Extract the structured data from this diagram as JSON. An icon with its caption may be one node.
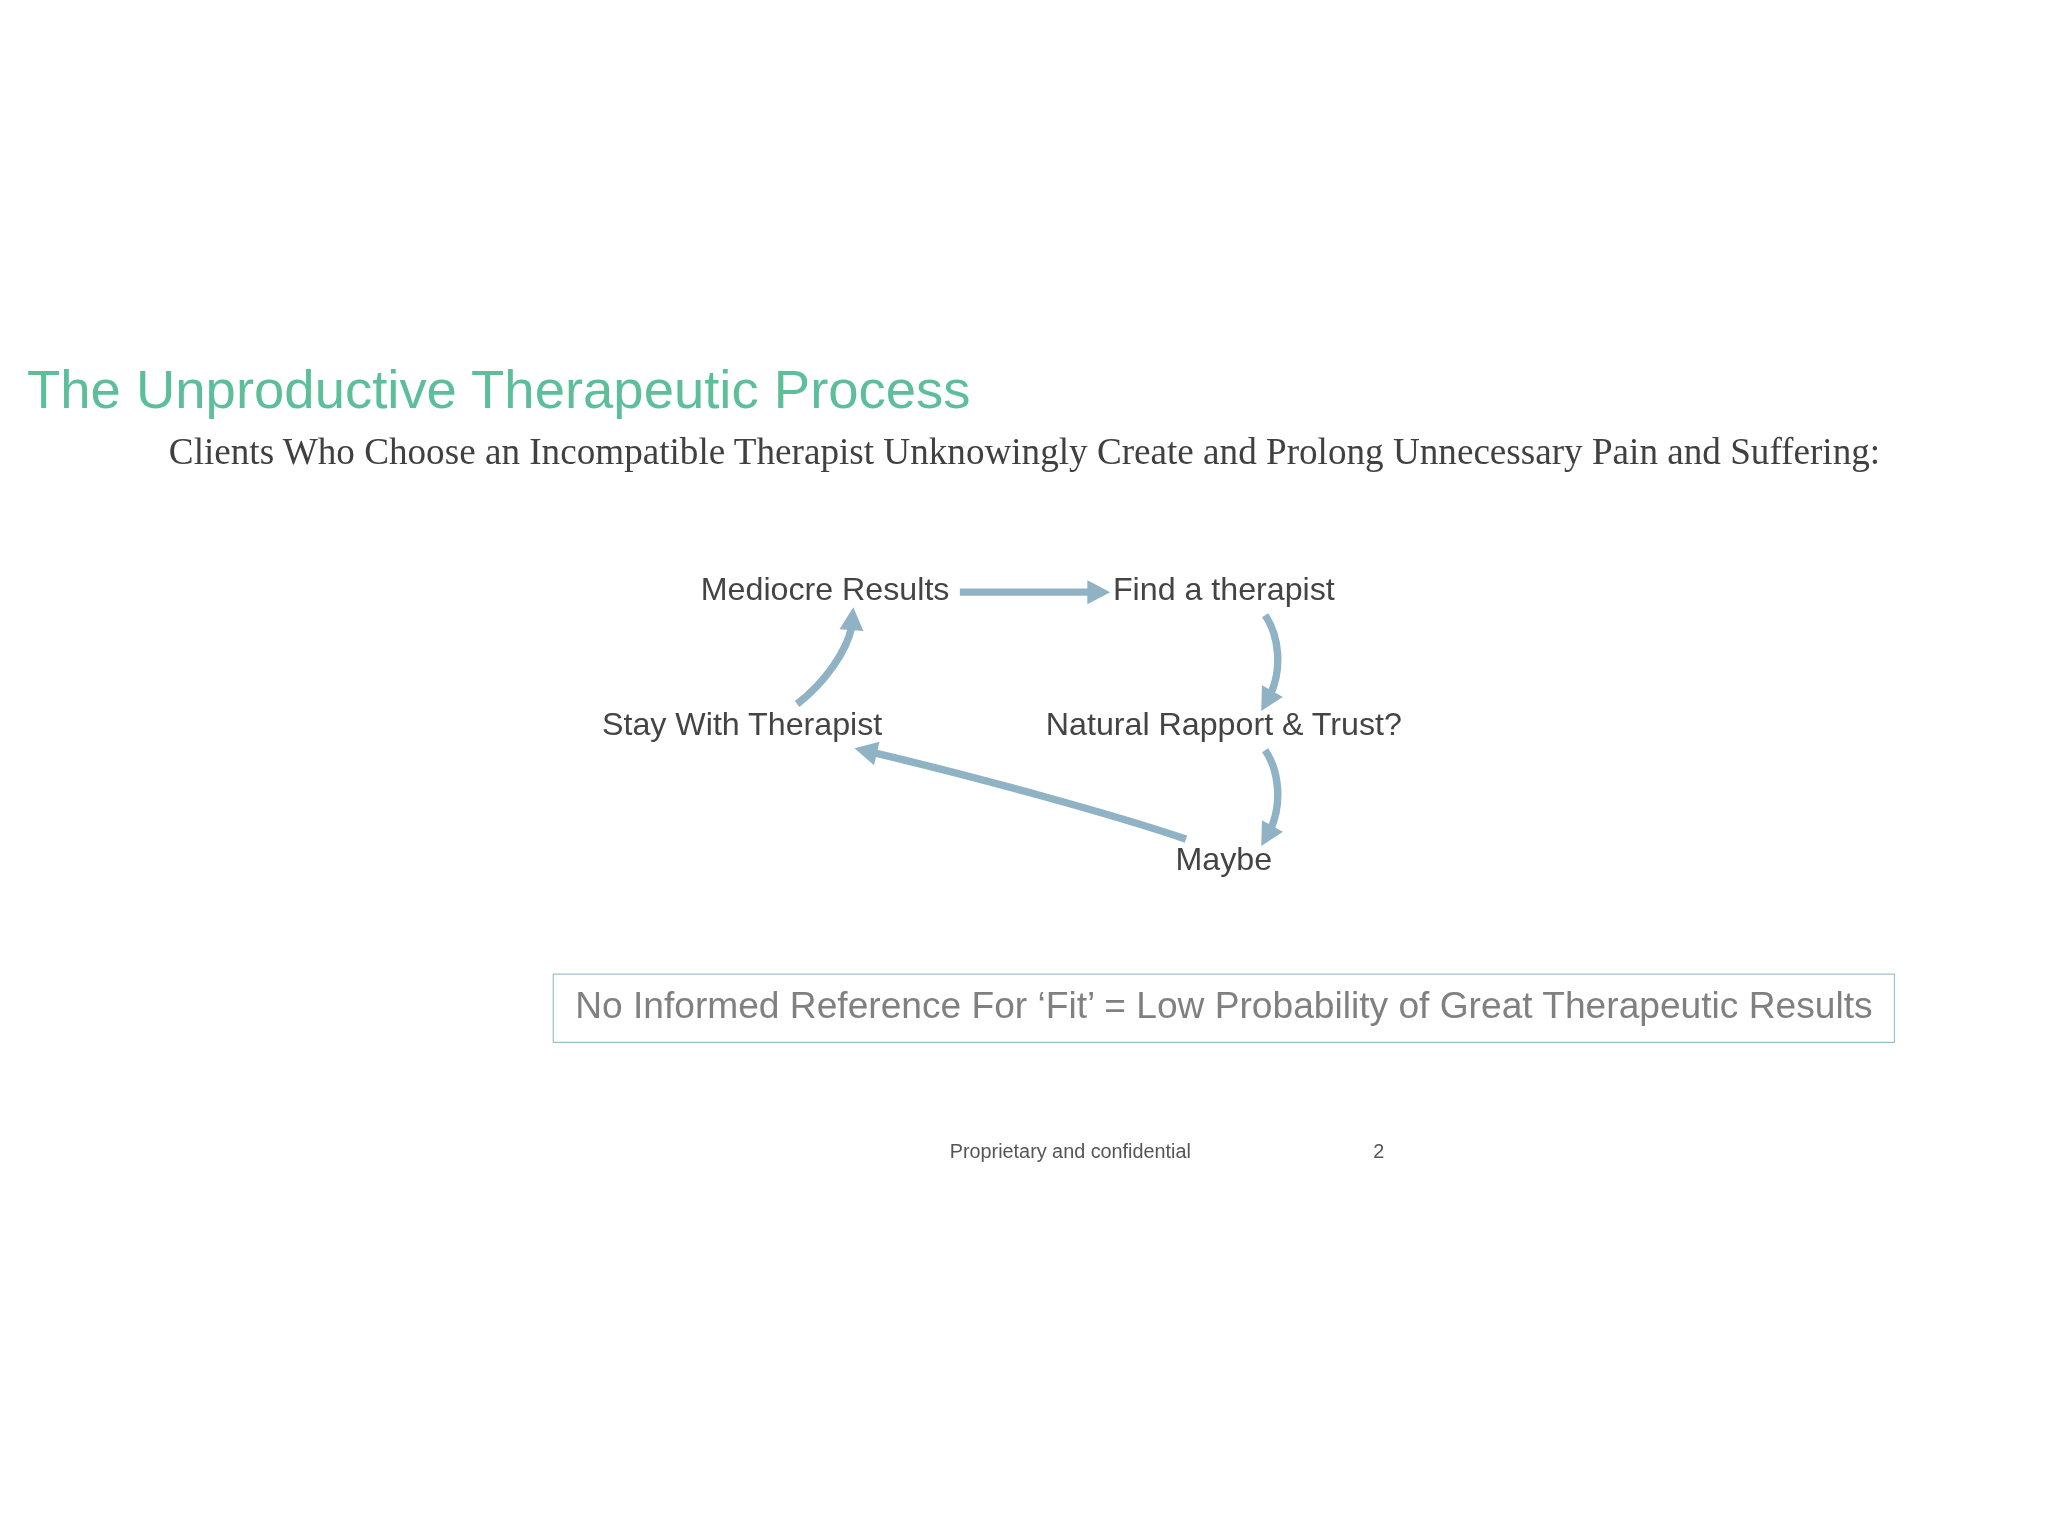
{
  "diagram": {
    "title": "The Unproductive Therapeutic Process",
    "nodes": [
      {
        "text": [
          "Mediocre Results"
        ]
      },
      {
        "text": [
          "Find a therapist"
        ]
      },
      {
        "text": [
          "Natural Rapport & Trust?"
        ]
      },
      {
        "text": [
          "Maybe"
        ]
      },
      {
        "text": [
          "Stay With Therapist"
        ]
      },
      {
        "text": [
          "No Informed Reference For ‘Fit’ = Low Probability of Great Therapeutic Results"
        ]
      }
    ],
    "edges": [
      {
        "from": 0,
        "to": 1,
        "arrow": "to"
      },
      {
        "from": 1,
        "to": 2,
        "arrow": "to"
      },
      {
        "from": 2,
        "to": 3,
        "arrow": "to"
      },
      {
        "from": 3,
        "to": 4,
        "arrow": "to"
      },
      {
        "from": 4,
        "to": 0,
        "arrow": "to"
      }
    ],
    "labels": [
      "Clients Who Choose an Incompatible Therapist Unknowingly Create and Prolong Unnecessary Pain and Suffering:",
      "Proprietary and confidential",
      "2"
    ]
  }
}
